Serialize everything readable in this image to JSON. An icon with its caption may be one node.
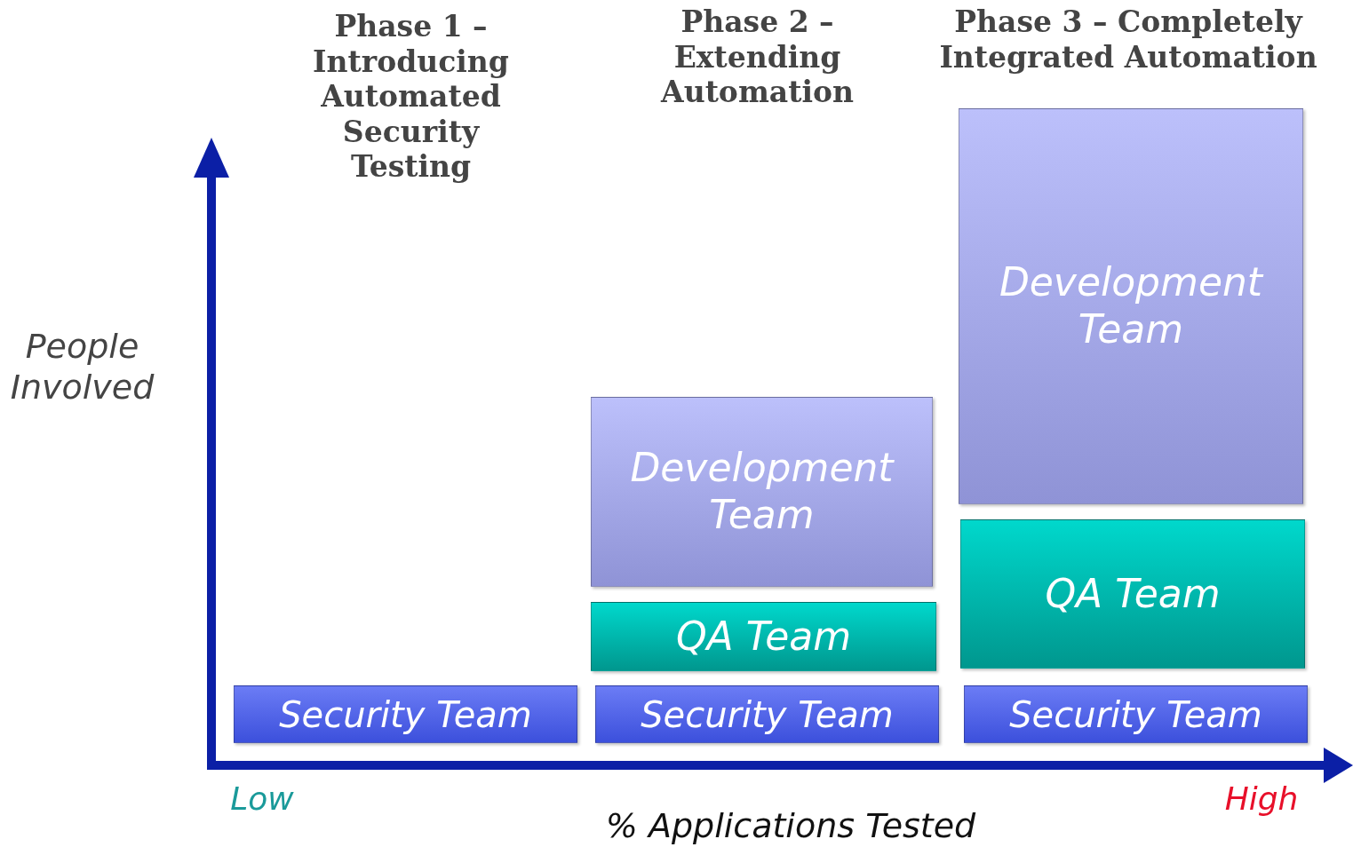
{
  "diagram": {
    "nodes": [
      {
        "text": [
          "Security Team"
        ]
      },
      {
        "text": [
          "Development Team"
        ]
      },
      {
        "text": [
          "QA Team"
        ]
      },
      {
        "text": [
          "Security Team"
        ]
      },
      {
        "text": [
          "Development Team"
        ]
      },
      {
        "text": [
          "QA Team"
        ]
      },
      {
        "text": [
          "Security Team"
        ]
      }
    ],
    "edges": [],
    "labels": [
      "Phase 1 – Introducing Automated Security Testing",
      "Phase 2 – Extending Automation",
      "Phase 3 – Completely Integrated Automation",
      "People Involved",
      "Low",
      "High",
      "% Applications Tested"
    ]
  }
}
